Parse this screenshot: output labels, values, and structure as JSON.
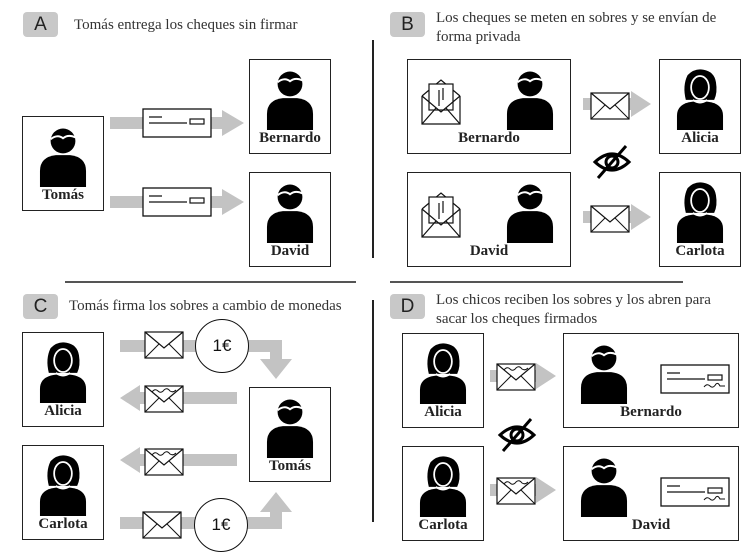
{
  "panels": {
    "a": {
      "badge": "A",
      "caption": "Tomás entrega los cheques sin firmar",
      "people": [
        "Tomás",
        "Bernardo",
        "David"
      ]
    },
    "b": {
      "badge": "B",
      "caption_line1": "Los cheques se meten en sobres y se envían de",
      "caption_line2": "forma privada",
      "people": [
        "Bernardo",
        "Alicia",
        "David",
        "Carlota"
      ]
    },
    "c": {
      "badge": "C",
      "caption": "Tomás firma los sobres a cambio de monedas",
      "people": [
        "Alicia",
        "Carlota",
        "Tomás"
      ],
      "coin_label": "1€"
    },
    "d": {
      "badge": "D",
      "caption_line1": "Los chicos reciben los sobres y los abren para",
      "caption_line2": "sacar los cheques firmados",
      "people": [
        "Alicia",
        "Bernardo",
        "Carlota",
        "David"
      ]
    }
  },
  "icons": [
    "male-user-icon",
    "female-user-icon",
    "check-icon",
    "signed-check-icon",
    "envelope-icon",
    "signed-envelope-icon",
    "open-envelope-icon",
    "hidden-eye-icon",
    "coin-icon",
    "arrow-icon"
  ]
}
